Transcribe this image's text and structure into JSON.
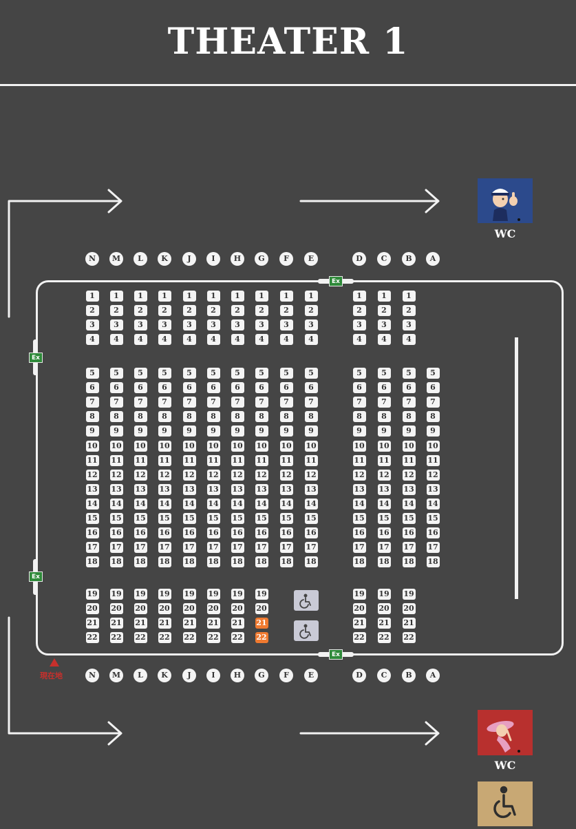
{
  "title": "THEATER 1",
  "row_labels_left": [
    "N",
    "M",
    "L",
    "K",
    "J",
    "I",
    "H",
    "G",
    "F",
    "E"
  ],
  "row_labels_right": [
    "D",
    "C",
    "B",
    "A"
  ],
  "seat_groups": [
    {
      "name": "front",
      "numbers": [
        "1",
        "2",
        "3",
        "4"
      ]
    },
    {
      "name": "middle",
      "numbers": [
        "5",
        "6",
        "7",
        "8",
        "9",
        "10",
        "11",
        "12",
        "13",
        "14",
        "15",
        "16",
        "17",
        "18"
      ]
    },
    {
      "name": "back",
      "numbers": [
        "19",
        "20",
        "21",
        "22"
      ]
    }
  ],
  "selected_seats": [
    {
      "row": "G",
      "number": "21"
    },
    {
      "row": "G",
      "number": "22"
    }
  ],
  "exit_label": "Ex",
  "wc_label": "WC",
  "you_are_here_label": "現在地",
  "colors": {
    "background": "#454545",
    "line": "#f2f2f2",
    "seat": "#f4f4f4",
    "selected": "#f07a30",
    "exit": "#2f8a3a",
    "wc_men_bg": "#2c4a8c",
    "wc_women_bg": "#b8302e",
    "accessible_bg": "#c8a874",
    "wheelchair_spot": "#c9cad6"
  },
  "icons": {
    "men_restroom": "men-restroom-icon",
    "women_restroom": "women-restroom-icon",
    "accessible_restroom": "wheelchair-icon",
    "you_are_here": "triangle-marker-icon"
  }
}
